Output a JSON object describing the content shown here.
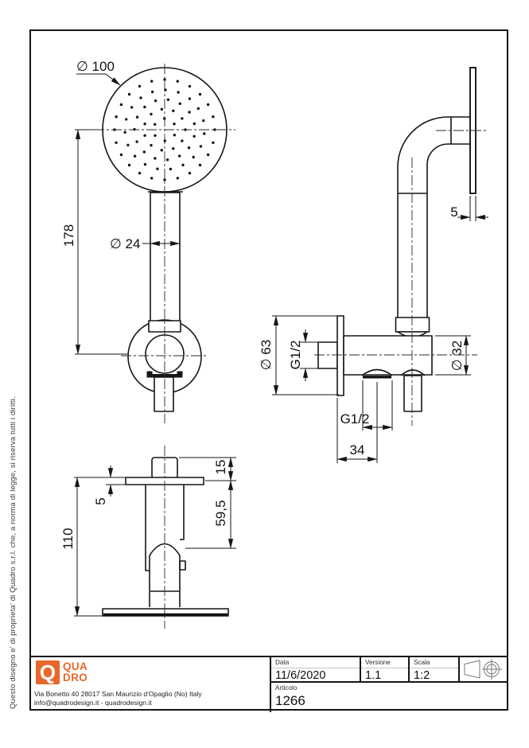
{
  "margin_note": "Questo disegno e' di proprieta' di Quadro s.r.l. che, a norma di legge, si riserva tutti i diritti.",
  "views": {
    "front": {
      "dims": {
        "head_diameter": "∅ 100",
        "length": "178",
        "handle_diameter": "∅ 24"
      }
    },
    "side": {
      "dims": {
        "plate_thickness": "5",
        "flange_diameter": "∅ 63",
        "wall_thread": "G1/2",
        "body_diameter": "∅ 32",
        "outlet_thread": "G1/2",
        "outlet_offset": "34"
      }
    },
    "bottom": {
      "dims": {
        "stub_protrusion": "15",
        "flange_thickness": "5",
        "holder_offset": "59,5",
        "total_depth": "110"
      }
    }
  },
  "title_block": {
    "data_label": "Data",
    "data_value": "11/6/2020",
    "versione_label": "Versione",
    "versione_value": "1.1",
    "scala_label": "Scala",
    "scala_value": "1:2",
    "articolo_label": "Articolo",
    "articolo_value": "1266",
    "projection_symbol": "first-angle-projection"
  },
  "brand": {
    "logo_initial": "Q",
    "logo_line1": "QUA",
    "logo_line2": "DRO",
    "address_line1": "Via Bonetto 40  28017 San Maurizio d'Opaglio (No) Italy",
    "address_line2": "info@quadrodesign.it  -  quadrodesign.it",
    "accent_color": "#E8682C",
    "line_color": "#161616"
  }
}
